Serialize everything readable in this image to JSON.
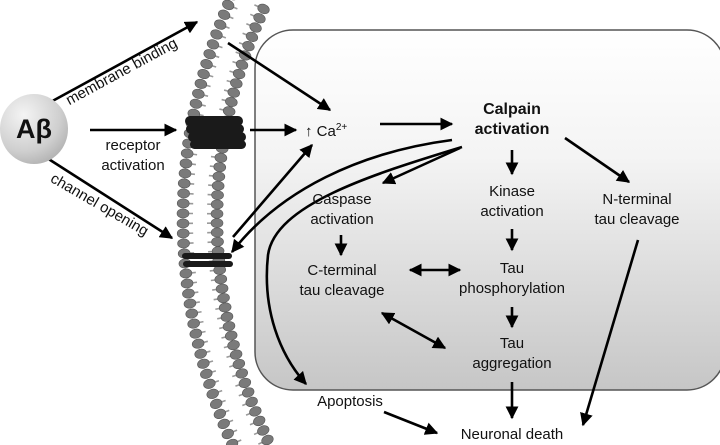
{
  "amyloid": {
    "label": "Aβ"
  },
  "inputs": {
    "membrane_binding": "membrane binding",
    "receptor_activation_line1": "receptor",
    "receptor_activation_line2": "activation",
    "channel_opening": "channel opening"
  },
  "nodes": {
    "calcium_prefix": "↑ Ca",
    "calcium_sup": "2+",
    "calpain_line1": "Calpain",
    "calpain_line2": "activation",
    "caspase_line1": "Caspase",
    "caspase_line2": "activation",
    "kinase_line1": "Kinase",
    "kinase_line2": "activation",
    "nterm_line1": "N-terminal",
    "nterm_line2": "tau cleavage",
    "cterm_line1": "C-terminal",
    "cterm_line2": "tau cleavage",
    "tauphos_line1": "Tau",
    "tauphos_line2": "phosphorylation",
    "tauagg_line1": "Tau",
    "tauagg_line2": "aggregation",
    "apoptosis": "Apoptosis",
    "neuronal_death": "Neuronal death"
  },
  "colors": {
    "cell_fill_top": "#ffffff",
    "cell_fill_bottom": "#c9c9c9",
    "lipid_head": "#7a7a7a",
    "protein": "#1a1a1a",
    "arrow": "#000000"
  }
}
